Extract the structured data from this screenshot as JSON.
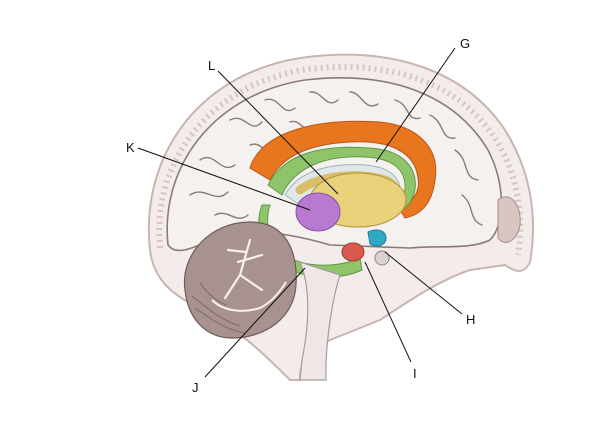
{
  "labels": {
    "G": "G",
    "H": "H",
    "I": "I",
    "J": "J",
    "K": "K",
    "L": "L"
  },
  "colors": {
    "cingulate_orange": "#e8761f",
    "fornix_green": "#8fc46a",
    "thalamus_yellow": "#e9d27a",
    "hypothalamus_purple": "#b87ad0",
    "mammillary_red": "#d85a4e",
    "pituitary_cyan": "#2fa8c6",
    "cerebrum_white": "#f2eeec",
    "cerebellum": "#a8928f",
    "skull": "#f3ecea"
  }
}
